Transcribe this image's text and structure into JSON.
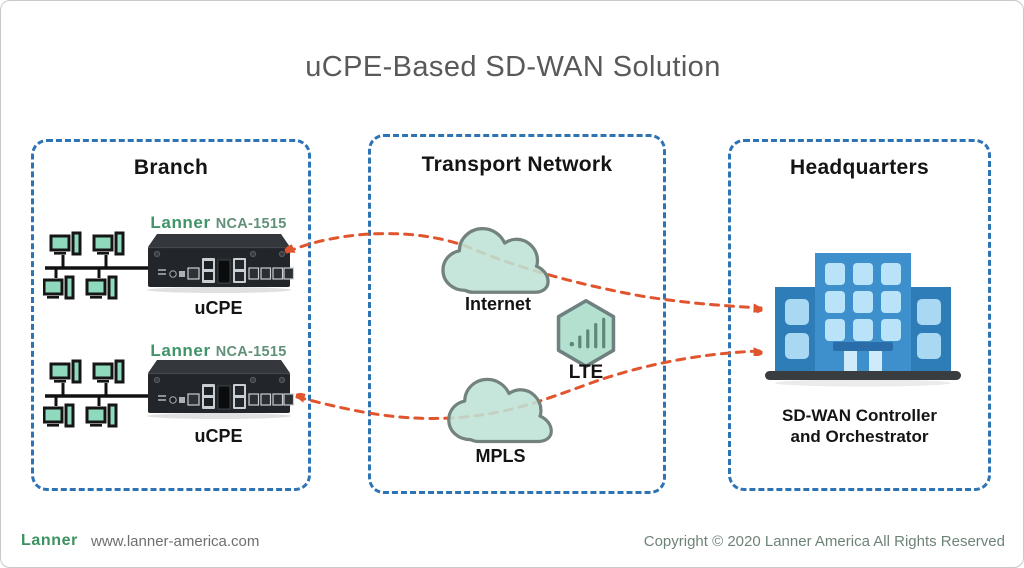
{
  "title": "uCPE-Based SD-WAN Solution",
  "branch": {
    "heading": "Branch",
    "devices": [
      {
        "brand": "Lanner",
        "model": "NCA-1515",
        "caption": "uCPE"
      },
      {
        "brand": "Lanner",
        "model": "NCA-1515",
        "caption": "uCPE"
      }
    ]
  },
  "transport": {
    "heading": "Transport Network",
    "internet_label": "Internet",
    "lte_label": "LTE",
    "mpls_label": "MPLS"
  },
  "headquarters": {
    "heading": "Headquarters",
    "caption_line1": "SD-WAN Controller",
    "caption_line2": "and Orchestrator"
  },
  "footer": {
    "brand": "Lanner",
    "website": "www.lanner-america.com",
    "copyright": "Copyright © 2020 Lanner America All Rights Reserved"
  },
  "icons": {
    "lan": "lan-workstations-icon",
    "appliance": "ucpe-appliance-icon",
    "internet": "cloud-icon",
    "mpls": "cloud-icon",
    "lte": "cellular-hexagon-icon",
    "headquarters": "office-building-icon"
  },
  "colors": {
    "panel_border": "#2e74b5",
    "arrow": "#e0552e",
    "title_text": "#595959",
    "brand_green": "#3f9468",
    "model_green": "#5f9078",
    "cloud_fill": "#bfe3d6",
    "cloud_stroke": "#73827e",
    "hexagon_fill": "#aeddcc",
    "building_center": "#3e90cc",
    "building_wing": "#2e7cb8",
    "building_window": "#b9e3f8",
    "lan_teal": "#8fd9bd",
    "copyright_text": "#6e8377"
  }
}
